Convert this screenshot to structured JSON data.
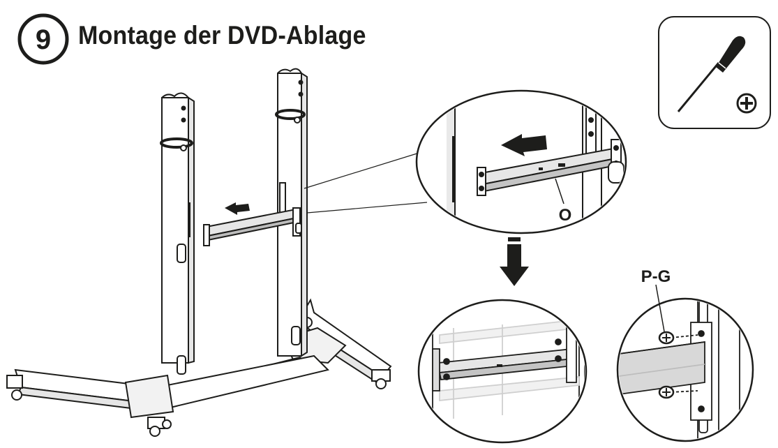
{
  "step": {
    "number": "9",
    "title": "Montage der DVD-Ablage"
  },
  "tool": {
    "icon": "phillips-screwdriver-icon",
    "head_icon": "phillips-head-icon"
  },
  "callouts": {
    "part_bar": "O",
    "part_screws": "P-G"
  },
  "colors": {
    "ink": "#1d1d1b",
    "shadow": "#cfcfcf"
  }
}
